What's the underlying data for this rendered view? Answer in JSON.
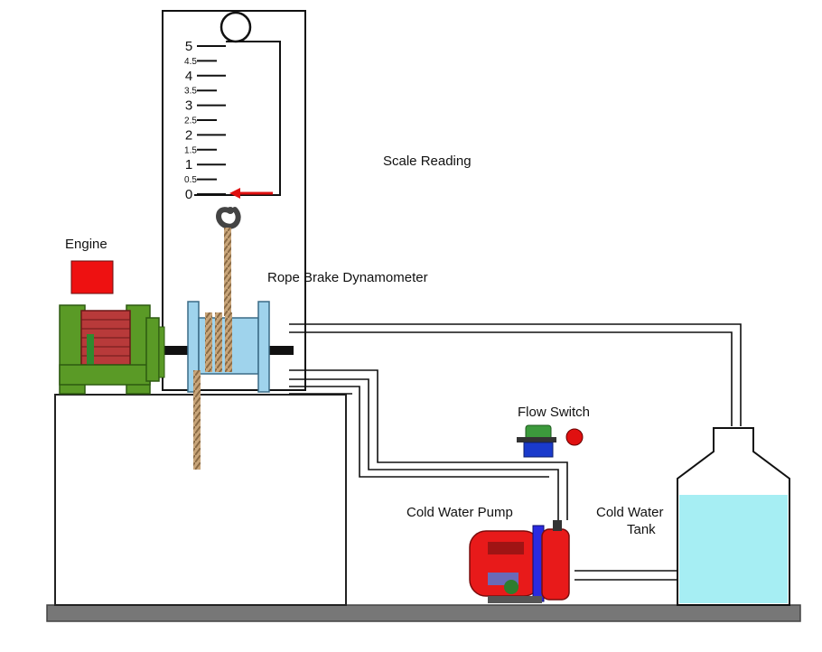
{
  "labels": {
    "engine": "Engine",
    "scale_reading": "Scale Reading",
    "dynamometer": "Rope Brake Dynamometer",
    "flow_switch": "Flow Switch",
    "pump": "Cold Water Pump",
    "tank_line1": "Cold Water",
    "tank_line2": "Tank"
  },
  "scale": {
    "ticks": [
      "5",
      "4.5",
      "4",
      "3.5",
      "3",
      "2.5",
      "2",
      "1.5",
      "1",
      "0.5",
      "0"
    ],
    "pointer_value": 0
  },
  "colors": {
    "engine_indicator": "#ee1111",
    "flow_indicator": "#e01010",
    "pointer": "#e01010",
    "drum": "#9fd3ec",
    "water": "#a6eef3",
    "pump_body": "#e81a1a",
    "pump_flange": "#2a2ae0",
    "engine_frame": "#5a9a26",
    "engine_coil": "#b83a3a",
    "base": "#777777",
    "rope": "#b8956a"
  }
}
